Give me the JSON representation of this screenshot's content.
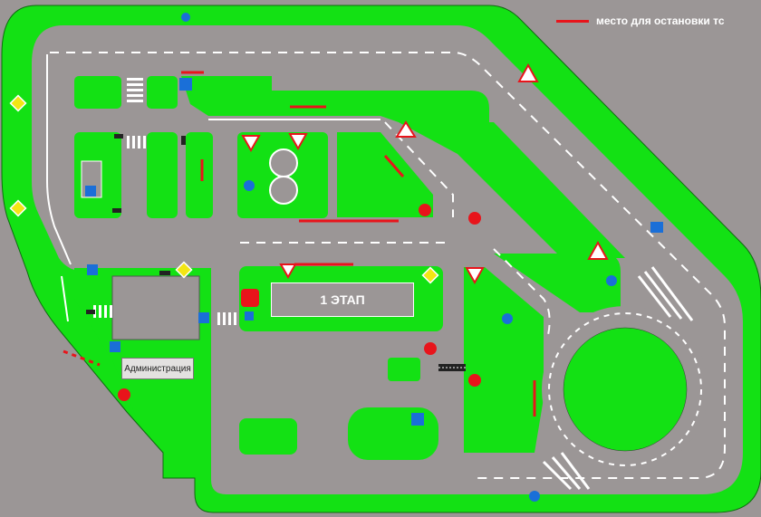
{
  "legend": {
    "label": "место для остановки тс",
    "color": "#e8141b"
  },
  "labels": {
    "stage": "1 ЭТАП",
    "administration": "Администрация"
  },
  "colors": {
    "road": "#9b9696",
    "grass": "#13e114",
    "marking": "#ffffff",
    "stop_line": "#e8141b",
    "building": "#e3e1e0"
  },
  "icons": {
    "stop_sign": "STOP",
    "parking_sign": "P"
  }
}
